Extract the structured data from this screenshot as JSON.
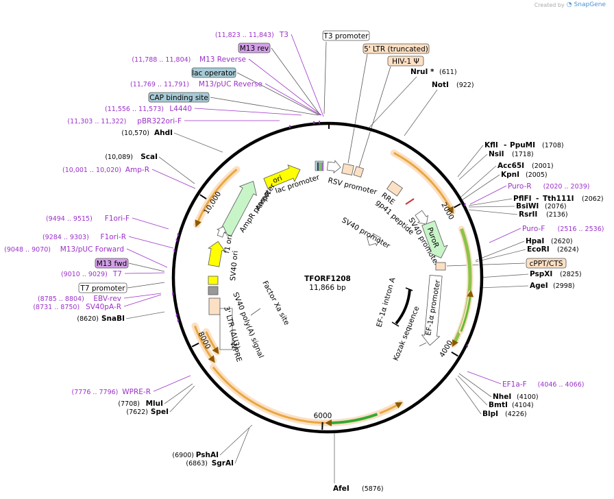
{
  "credit": {
    "prefix": "Created by",
    "brand": "SnapGene"
  },
  "plasmid": {
    "name": "TFORF1208",
    "size": "11,866 bp"
  },
  "colors": {
    "primer": "#9b2fc9",
    "site": "#000000",
    "promoter_box": "#ffffff",
    "rep_box": "#c9a0dc",
    "prot_box": "#a7cbd6",
    "ltr_box": "#fce0c4",
    "backbone": "#000000",
    "orf": "#e8a840"
  },
  "ticks": [
    "2000",
    "4000",
    "6000",
    "8000",
    "10,000"
  ],
  "sites_right": [
    {
      "name": "KflI",
      "name2": "PpuMI",
      "coord": "(1708)"
    },
    {
      "name": "NsiI",
      "coord": "(1718)"
    },
    {
      "name": "Acc65I",
      "coord": "(2001)"
    },
    {
      "name": "KpnI",
      "coord": "(2005)"
    },
    {
      "name": "PflFI",
      "name2": "Tth111I",
      "coord": "(2062)"
    },
    {
      "name": "BsiWI",
      "coord": "(2076)"
    },
    {
      "name": "RsrII",
      "coord": "(2136)"
    },
    {
      "name": "HpaI",
      "coord": "(2620)"
    },
    {
      "name": "EcoRI",
      "coord": "(2624)"
    },
    {
      "name": "PspXI",
      "coord": "(2825)"
    },
    {
      "name": "AgeI",
      "coord": "(2998)"
    },
    {
      "name": "NheI",
      "coord": "(4100)"
    },
    {
      "name": "BmtI",
      "coord": "(4104)"
    },
    {
      "name": "BlpI",
      "coord": "(4226)"
    }
  ],
  "sites_top": [
    {
      "name": "NruI *",
      "coord": "(611)"
    },
    {
      "name": "NotI",
      "coord": "(922)"
    }
  ],
  "sites_left": [
    {
      "name": "AhdI",
      "coord": "(10,570)"
    },
    {
      "name": "ScaI",
      "coord": "(10,089)"
    },
    {
      "name": "SnaBI",
      "coord": "(8620)"
    },
    {
      "name": "MluI",
      "coord": "(7708)"
    },
    {
      "name": "SpeI",
      "coord": "(7622)"
    },
    {
      "name": "PshAI",
      "coord": "(6900)"
    },
    {
      "name": "SgrAI",
      "coord": "(6863)"
    }
  ],
  "sites_bottom": [
    {
      "name": "AfeI",
      "coord": "(5876)"
    }
  ],
  "primers_right": [
    {
      "name": "Puro-R",
      "range": "(2020 .. 2039)"
    },
    {
      "name": "Puro-F",
      "range": "(2516 .. 2536)"
    },
    {
      "name": "EF1a-F",
      "range": "(4046 .. 4066)"
    }
  ],
  "primers_left": [
    {
      "name": "T3",
      "range": "(11,823 .. 11,843)"
    },
    {
      "name": "M13 Reverse",
      "range": "(11,788 .. 11,804)"
    },
    {
      "name": "M13/pUC Reverse",
      "range": "(11,769 .. 11,791)"
    },
    {
      "name": "L4440",
      "range": "(11,556 .. 11,573)"
    },
    {
      "name": "pBR322ori-F",
      "range": "(11,303 .. 11,322)"
    },
    {
      "name": "Amp-R",
      "range": "(10,001 .. 10,020)"
    },
    {
      "name": "F1ori-F",
      "range": "(9494 .. 9515)"
    },
    {
      "name": "F1ori-R",
      "range": "(9284 .. 9303)"
    },
    {
      "name": "M13/pUC Forward",
      "range": "(9048 .. 9070)"
    },
    {
      "name": "T7",
      "range": "(9010 .. 9029)"
    },
    {
      "name": "EBV-rev",
      "range": "(8785 .. 8804)"
    },
    {
      "name": "SV40pA-R",
      "range": "(8731 .. 8750)"
    },
    {
      "name": "WPRE-R",
      "range": "(7776 .. 7796)"
    }
  ],
  "boxed_labels": {
    "m13_rev": "M13 rev",
    "lac_operator": "lac operator",
    "cap_site": "CAP binding site",
    "t3_promoter": "T3 promoter",
    "ltr5": "5' LTR (truncated)",
    "hiv1": "HIV-1 Ψ",
    "cppt": "cPPT/CTS",
    "m13_fwd": "M13 fwd",
    "t7_promoter": "T7 promoter"
  },
  "features": {
    "lac_promoter": "lac promoter",
    "rsv_promoter": "RSV promoter",
    "rre": "RRE",
    "gp41": "gp41 peptide",
    "sv40_promoter_a": "SV40 promoter",
    "sv40_promoter_b": "SV40 promoter",
    "puror": "PuroR",
    "ef1a_promoter": "EF-1α promoter",
    "ef1a_intron": "EF-1α intron A",
    "kozak": "Kozak sequence",
    "factor_xa": "Factor Xa site",
    "ori": "ori",
    "ampr": "AmpR",
    "ampr_promoter": "AmpR promoter",
    "f1_ori": "f1 ori",
    "sv40_ori": "SV40 ori",
    "sv40_polya": "SV40 poly(A) signal",
    "ltr3": "3' LTR (ΔU3)",
    "wpre": "WPRE"
  }
}
